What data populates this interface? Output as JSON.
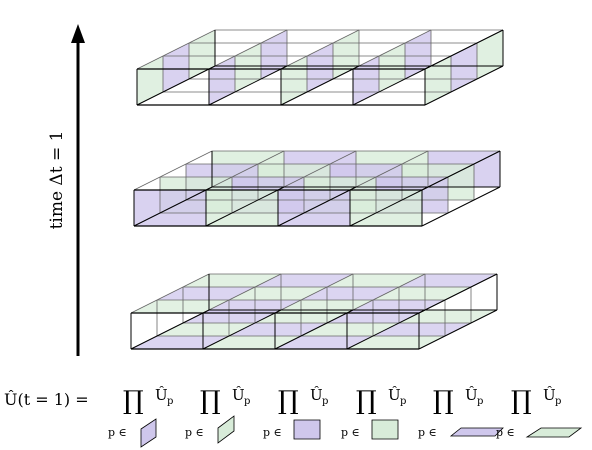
{
  "axis": {
    "label": "time Δt = 1"
  },
  "formula": {
    "lhs": "Û(t = 1) =",
    "product_symbol": "∏",
    "factor": "Û",
    "factor_sub": "p",
    "index_prefix": "p ∈",
    "terms": [
      {
        "name": "vertical-plaquette-purple",
        "color": "#cfc7ec"
      },
      {
        "name": "vertical-plaquette-green",
        "color": "#d8ecd9"
      },
      {
        "name": "front-face-purple",
        "color": "#cfc7ec"
      },
      {
        "name": "front-face-green",
        "color": "#d8ecd9"
      },
      {
        "name": "horizontal-plaquette-purple",
        "color": "#cfc7ec"
      },
      {
        "name": "horizontal-plaquette-green",
        "color": "#d8ecd9"
      }
    ]
  },
  "colors": {
    "purple": "#cfc7ec",
    "green": "#d8ecd9",
    "edge": "#000000"
  },
  "layers": [
    {
      "name": "layer-top-t3",
      "highlighted": "vertical faces, left–right"
    },
    {
      "name": "layer-middle-t2",
      "highlighted": "vertical faces, front–back"
    },
    {
      "name": "layer-bottom-t1",
      "highlighted": "horizontal faces"
    }
  ]
}
